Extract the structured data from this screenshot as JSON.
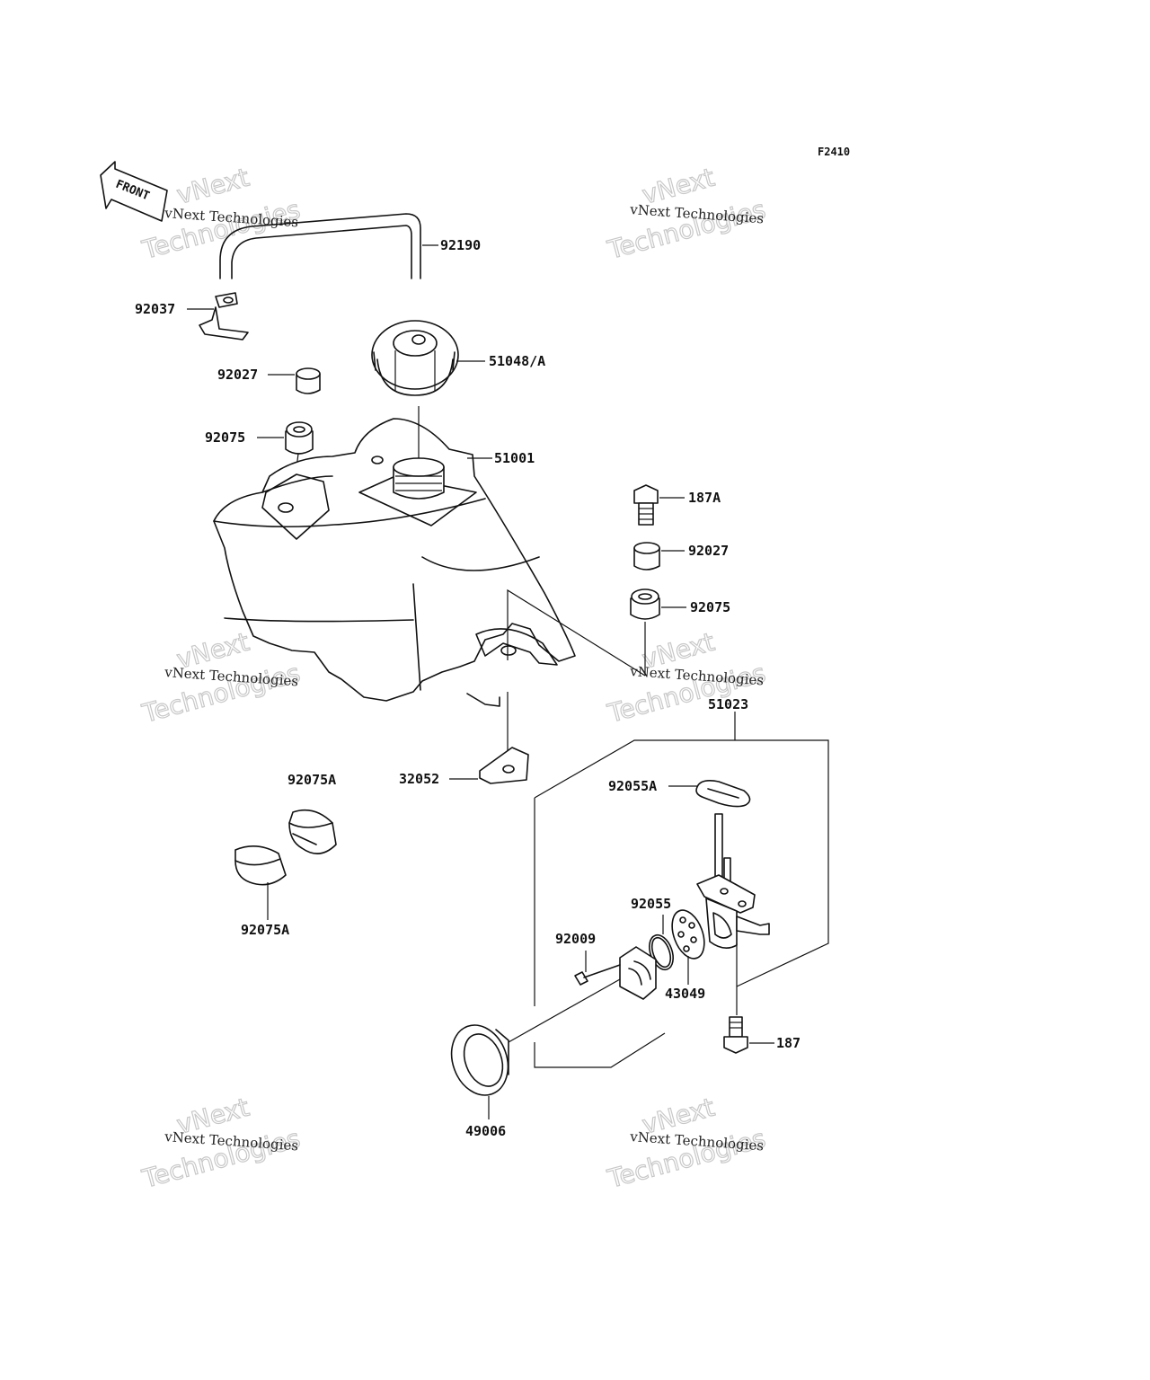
{
  "figure_code": "F2410",
  "front_marker": "FRONT",
  "watermark": {
    "small": "vNext Technologies",
    "big_top": "vNext",
    "big_bottom": "Technologies"
  },
  "labels": {
    "p92190": "92190",
    "p92037": "92037",
    "p51048A": "51048/A",
    "p92027_left": "92027",
    "p92075_left": "92075",
    "p51001": "51001",
    "p187A": "187A",
    "p92027_right": "92027",
    "p92075_right": "92075",
    "p51023": "51023",
    "p32052": "32052",
    "p92075A_top": "92075A",
    "p92075A_bottom": "92075A",
    "p92055A": "92055A",
    "p92055": "92055",
    "p92009": "92009",
    "p43049": "43049",
    "p187": "187",
    "p49006": "49006"
  }
}
